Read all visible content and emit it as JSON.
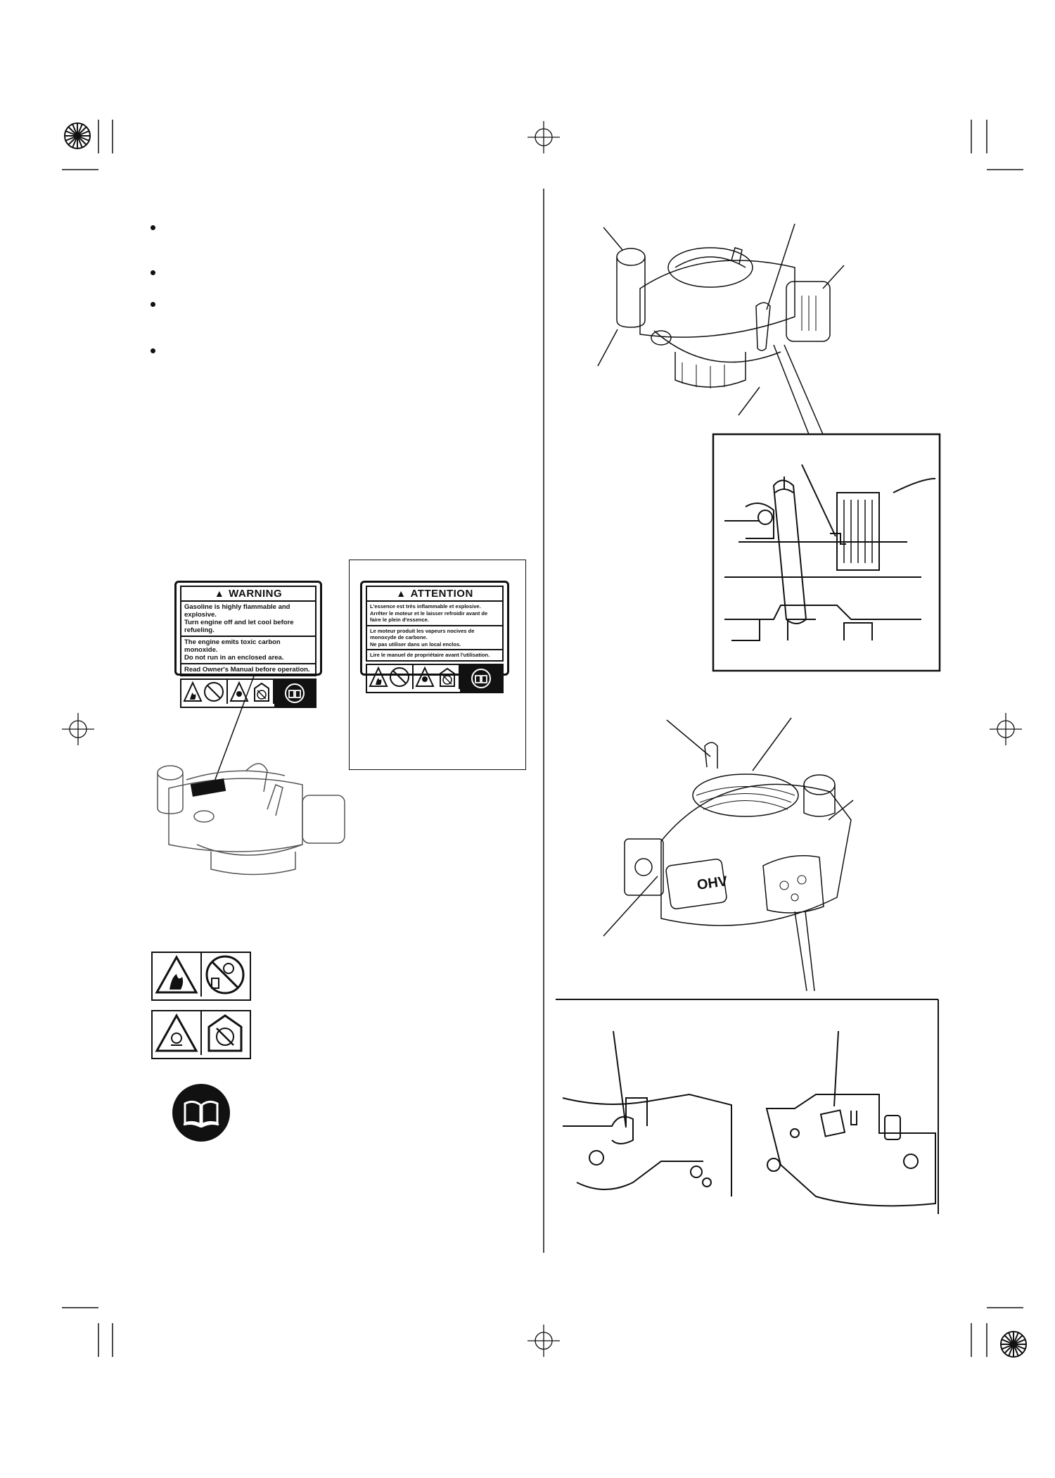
{
  "warning_label": {
    "heading": "WARNING",
    "line1": "Gasoline is highly flammable and explosive.",
    "line2": "Turn engine off and let cool before refueling.",
    "line3": "The engine emits toxic carbon monoxide.",
    "line4": "Do not run in an enclosed area.",
    "line5": "Read Owner's Manual before operation."
  },
  "attention_label": {
    "heading": "ATTENTION",
    "line1": "L'essence est très inflammable et explosive.",
    "line2": "Arrêter le moteur et le laisser refroidir avant de faire le plein d'essence.",
    "line3": "Le moteur produit les vapeurs nocives de monoxyde de carbone.",
    "line4": "Ne pas utiliser dans un local enclos.",
    "line5": "Lire le manuel de propriétaire avant l'utilisation."
  },
  "engine_cover_text": "OHV",
  "icons": {
    "fire": "fire-hazard-icon",
    "no_fuel_hot": "refuel-when-cool-icon",
    "toxic": "toxic-gas-icon",
    "enclosed": "no-enclosed-area-icon",
    "manual": "read-manual-icon"
  }
}
